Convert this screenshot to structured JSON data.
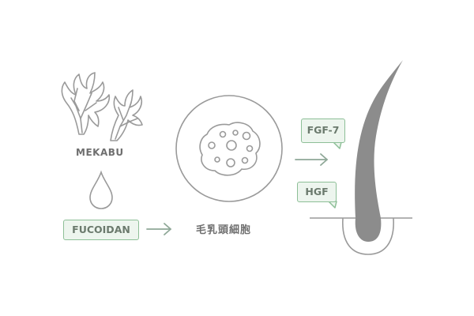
{
  "source": {
    "label": "MEKABU"
  },
  "compound": {
    "label": "FUCOIDAN"
  },
  "cell": {
    "label": "毛乳頭細胞"
  },
  "factors": [
    {
      "label": "FGF-7"
    },
    {
      "label": "HGF"
    }
  ],
  "colors": {
    "line": "#9a9a9a",
    "hair": "#8c8c8c",
    "tag_fill": "#edf5ee",
    "tag_border": "#8dbf97",
    "arrow": "#8fa898"
  }
}
